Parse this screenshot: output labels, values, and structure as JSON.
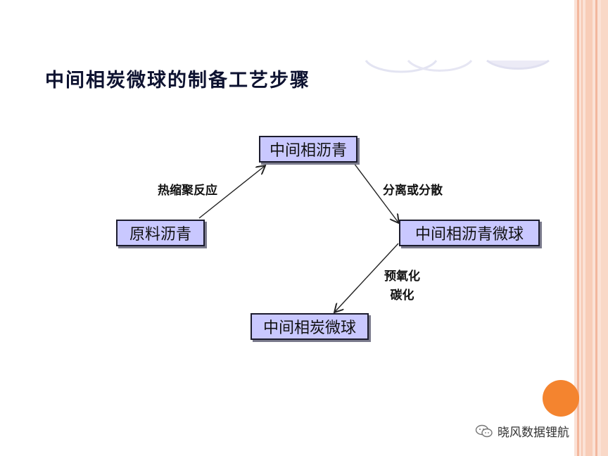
{
  "slide": {
    "title": "中间相炭微球的制备工艺步骤"
  },
  "diagram": {
    "nodes": {
      "mesophase_pitch": "中间相沥青",
      "raw_pitch": "原料沥青",
      "mesophase_microspheres": "中间相沥青微球",
      "carbon_microspheres": "中间相炭微球"
    },
    "edges": {
      "thermal_polycondensation": "热缩聚反应",
      "separation_dispersion": "分离或分散",
      "preoxidation": "预氧化",
      "carbonization": "碳化"
    }
  },
  "watermark": {
    "text": "晓风数据锂航",
    "icon": "wechat-icon"
  },
  "colors": {
    "node_fill": "#c9c8ff",
    "accent_orange": "#f4842f",
    "title": "#0d1230",
    "stripe_pink": "#f6b9a0"
  }
}
